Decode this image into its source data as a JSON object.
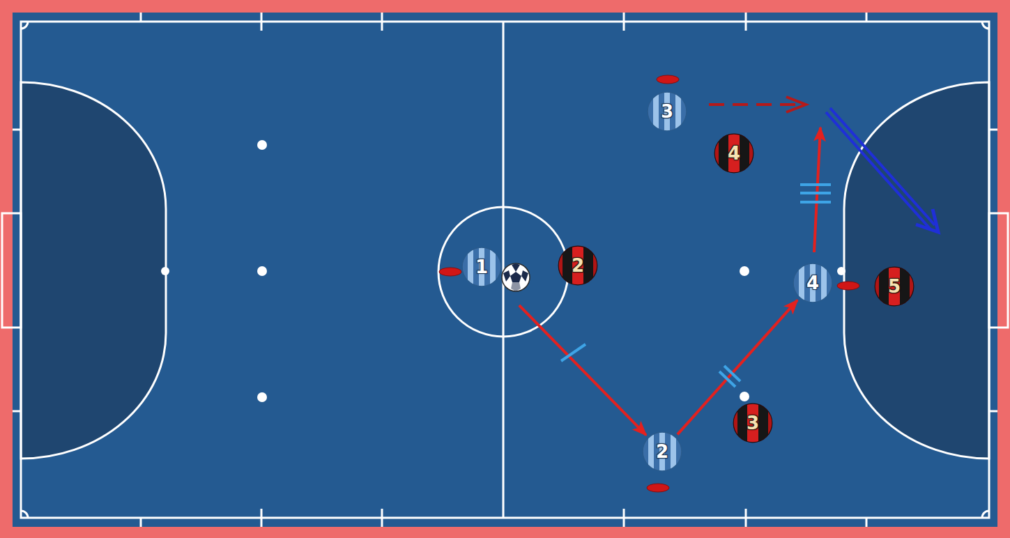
{
  "diagram": {
    "nodes": [
      {
        "text": [
          "3"
        ]
      },
      {
        "text": [
          "4"
        ]
      },
      {
        "text": [
          "1"
        ]
      },
      {
        "text": [
          "2"
        ]
      },
      {
        "text": [
          "4"
        ]
      },
      {
        "text": [
          "5"
        ]
      },
      {
        "text": [
          "3"
        ]
      },
      {
        "text": [
          "2"
        ]
      }
    ],
    "edges": [
      {
        "from": 2,
        "to": 7,
        "arrow": "to"
      },
      {
        "from": 7,
        "to": 4,
        "arrow": "to"
      }
    ]
  }
}
